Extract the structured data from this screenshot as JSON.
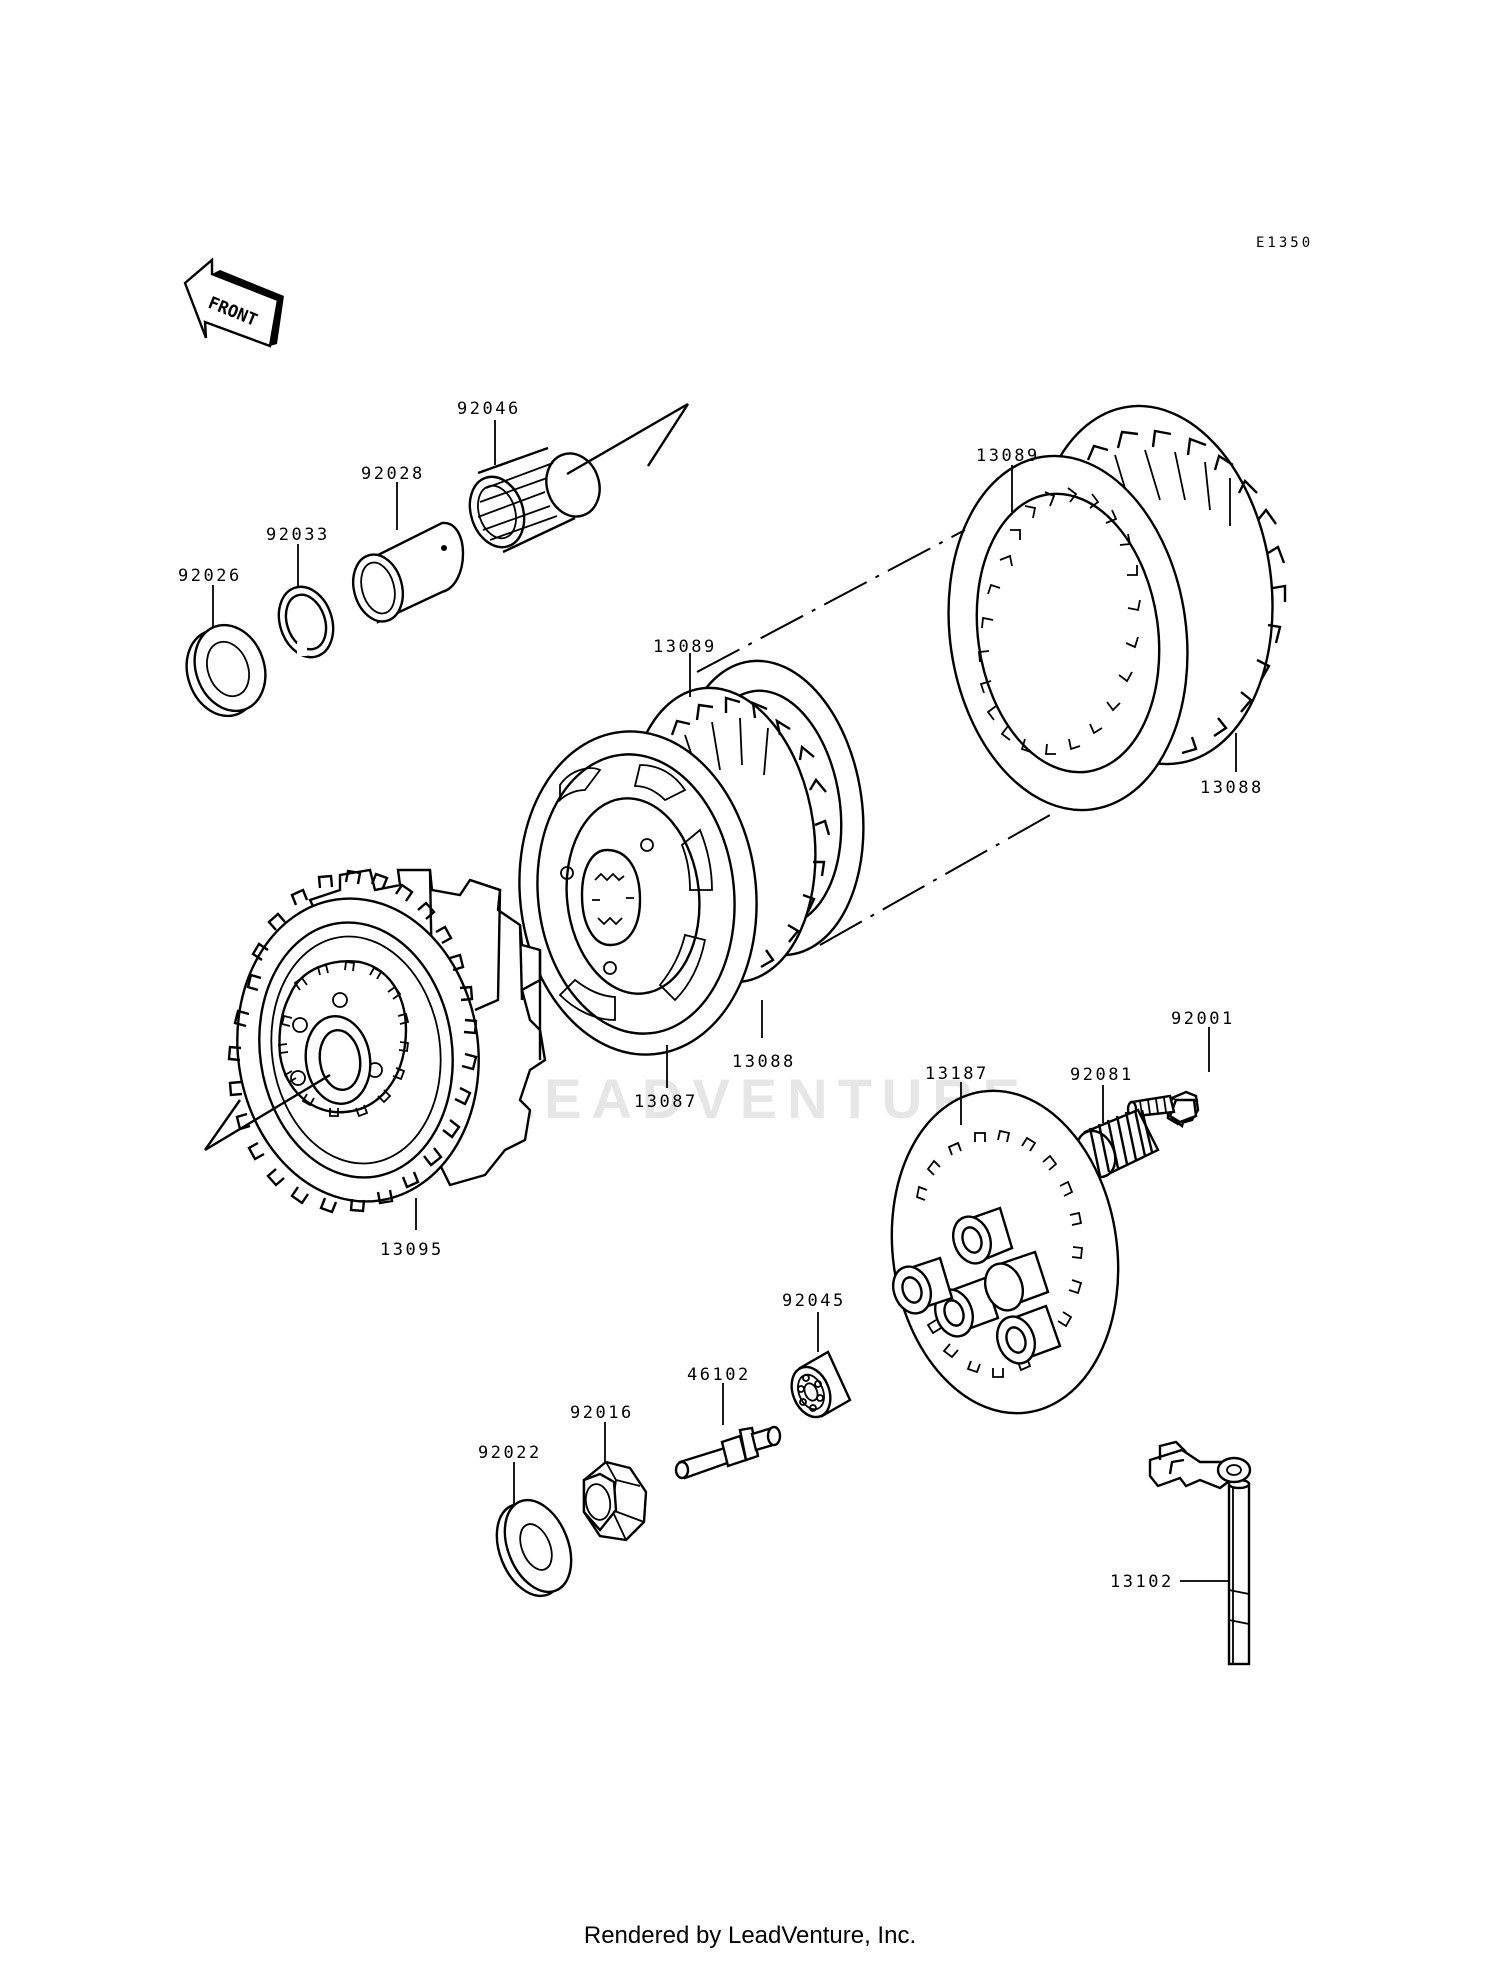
{
  "diagram": {
    "code": "E1350",
    "front_label": "FRONT",
    "watermark": "LEADVENTURE",
    "footer": "Rendered by LeadVenture, Inc.",
    "callouts": {
      "p92046": "92046",
      "p92028": "92028",
      "p92033": "92033",
      "p92026": "92026",
      "p13089a": "13089",
      "p13089b": "13089",
      "p13088a": "13088",
      "p13088b": "13088",
      "p13087": "13087",
      "p13095": "13095",
      "p92001": "92001",
      "p92081": "92081",
      "p13187": "13187",
      "p92045": "92045",
      "p46102": "46102",
      "p92016": "92016",
      "p92022": "92022",
      "p13102": "13102"
    }
  }
}
